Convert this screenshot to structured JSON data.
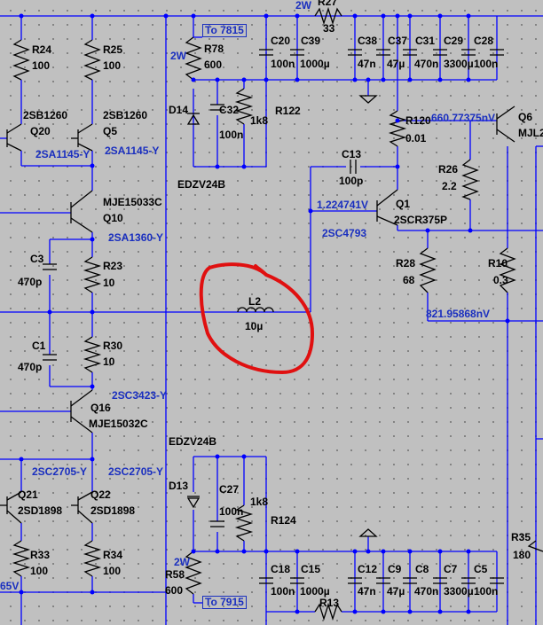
{
  "texts": {
    "r24": "R24",
    "r24v": "100",
    "r25": "R25",
    "r25v": "100",
    "q20_part": "2SB1260",
    "q20": "Q20",
    "q20_net": "2SA1145-Y",
    "q5_part": "2SB1260",
    "q5": "Q5",
    "q5_net": "2SA1145-Y",
    "q10_part": "MJE15033C",
    "q10": "Q10",
    "q10_net": "2SA1360-Y",
    "c3": "C3",
    "c3v": "470p",
    "r23": "R23",
    "r23v": "10",
    "c1": "C1",
    "c1v": "470p",
    "r30": "R30",
    "r30v": "10",
    "q16_net": "2SC3423-Y",
    "q16": "Q16",
    "q16_part": "MJE15032C",
    "q21_net": "2SC2705-Y",
    "q21": "Q21",
    "q21_part": "2SD1898",
    "q22_net": "2SC2705-Y",
    "q22": "Q22",
    "q22_part": "2SD1898",
    "r33": "R33",
    "r33v": "100",
    "r34": "R34",
    "r34v": "100",
    "v65": "65V",
    "to7815": "To 7815",
    "to7915": "To 7915",
    "r78_2w": "2W",
    "r78": "R78",
    "r78v": "600",
    "d14": "D14",
    "c32": "C32",
    "c32v": "100n",
    "r122v": "1k8",
    "r122": "R122",
    "edzv_top": "EDZV24B",
    "edzv_bot": "EDZV24B",
    "r27_2w": "2W",
    "r27": "R27",
    "r27v": "33",
    "c20": "C20",
    "c20v": "100n",
    "c39": "C39",
    "c39v": "1000µ",
    "c38": "C38",
    "c38v": "47n",
    "c37": "C37",
    "c37v": "47µ",
    "c31": "C31",
    "c31v": "470n",
    "c29": "C29",
    "c29v": "3300µ",
    "c28": "C28",
    "c28v": "100n",
    "r120": "R120",
    "r120v": "0.01",
    "v660": "660.77375nV",
    "q6": "Q6",
    "q6_part": "MJL2",
    "c13": "C13",
    "c13v": "100p",
    "v1224": "1.224741V",
    "q1": "Q1",
    "q1_part": "2SCR375P",
    "q1_net": "2SC4793",
    "r26": "R26",
    "r26v": "2.2",
    "r28": "R28",
    "r28v": "68",
    "r10": "R10",
    "r10v": "0.3",
    "v821": "821.95868nV",
    "l2": "L2",
    "l2v": "10µ",
    "d13": "D13",
    "c27": "C27",
    "c27v": "100n",
    "r124v": "1k8",
    "r124": "R124",
    "r58_2w": "2W",
    "r58": "R58",
    "r58v": "600",
    "c18": "C18",
    "c18v": "100n",
    "c15": "C15",
    "c15v": "1000µ",
    "c12": "C12",
    "c12v": "47n",
    "c9": "C9",
    "c9v": "47µ",
    "c8": "C8",
    "c8v": "470n",
    "c7": "C7",
    "c7v": "3300µ",
    "c5": "C5",
    "c5v": "100n",
    "r13": "R13",
    "r35": "R35",
    "r35v": "180"
  },
  "colors": {
    "background": "#c0c0c0",
    "wire": "#0000ff",
    "net_label": "#1a2fbf",
    "annotation": "#e01010"
  },
  "annotation": {
    "type": "hand-drawn circle",
    "target": "L2"
  }
}
